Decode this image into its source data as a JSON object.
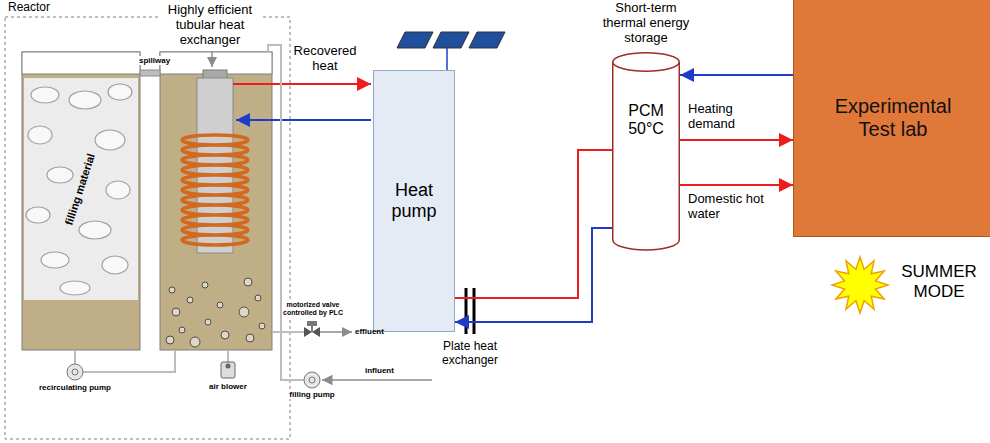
{
  "diagram": {
    "nodes": [
      {
        "text": [
          "Heat pump"
        ]
      },
      {
        "text": [
          "PCM 50°C"
        ]
      },
      {
        "text": [
          "Experimental Test lab"
        ]
      }
    ],
    "edges": [
      {
        "from": 0,
        "to": 1,
        "arrow": "none"
      },
      {
        "from": 1,
        "to": 0,
        "arrow": "to"
      },
      {
        "from": 1,
        "to": 2,
        "label": "Heating demand",
        "arrow": "to"
      },
      {
        "from": 1,
        "to": 2,
        "label": "Domestic hot water",
        "arrow": "to"
      },
      {
        "from": 2,
        "to": 1,
        "arrow": "to"
      }
    ],
    "labels": [
      "Reactor",
      "Highly efficient tubular heat exchanger",
      "spillway",
      "filling material",
      "Recovered heat",
      "Short-term thermal energy storage",
      "Plate heat exchanger",
      "motorized valve controlled by PLC",
      "effluent",
      "influent",
      "recirculating pump",
      "air blower",
      "filling pump",
      "SUMMER MODE"
    ]
  }
}
